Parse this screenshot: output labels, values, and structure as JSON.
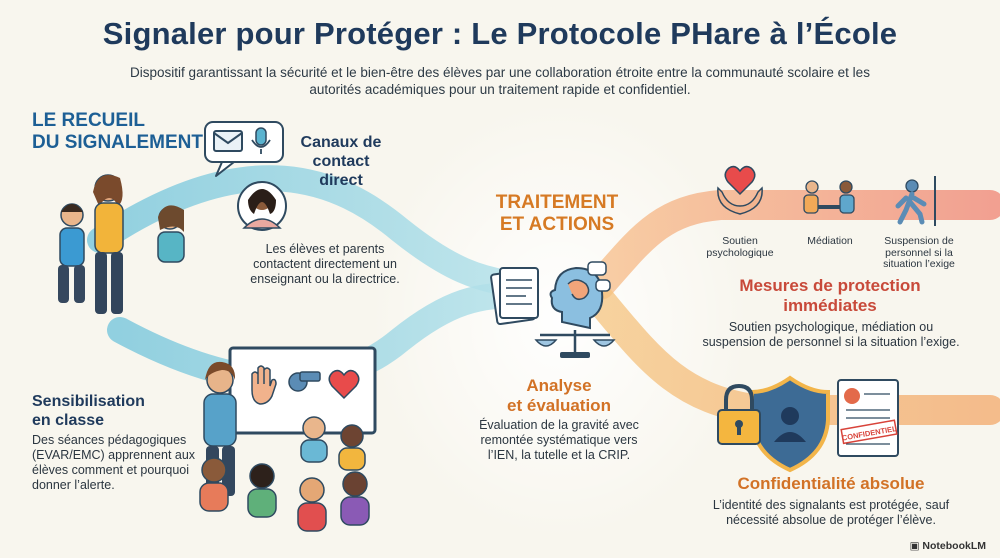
{
  "header": {
    "title": "Signaler pour Protéger : Le Protocole PHare à l’École",
    "subtitle": "Dispositif garantissant la sécurité et le bien-être des élèves par une collaboration étroite entre la communauté scolaire et les autorités académiques pour un traitement rapide et confidentiel."
  },
  "recueil": {
    "heading_line1": "LE RECUEIL",
    "heading_line2": "DU SIGNALEMENT",
    "canaux_line1": "Canaux de",
    "canaux_line2": "contact",
    "canaux_line3": "direct",
    "canaux_text": "Les élèves et parents contactent directement un enseignant ou la directrice.",
    "sensib_line1": "Sensibilisation",
    "sensib_line2": "en classe",
    "sensib_text": "Des séances pédagogiques (EVAR/EMC) apprennent aux élèves comment et pourquoi donner l’alerte."
  },
  "traitement": {
    "heading_line1": "TRAITEMENT",
    "heading_line2": "ET ACTIONS",
    "analyse_line1": "Analyse",
    "analyse_line2": "et évaluation",
    "analyse_text": "Évaluation de la gravité avec remontée systématique vers l’IEN, la tutelle et la CRIP."
  },
  "mesures": {
    "icon_labels": [
      "Soutien psychologique",
      "Médiation",
      "Suspension de personnel si la situation l’exige"
    ],
    "heading_line1": "Mesures de protection",
    "heading_line2": "immédiates",
    "text": "Soutien psychologique, médiation ou suspension de personnel si la situation l’exige."
  },
  "confidentialite": {
    "stamp": "CONFIDENTIEL",
    "heading": "Confidentialité absolue",
    "text": "L’identité des signalants est protégée, sauf nécessité absolue de protéger l’élève."
  },
  "footer": {
    "brand": "NotebookLM"
  },
  "colors": {
    "title_blue": "#1f3a5c",
    "section_blue": "#1d5f95",
    "section_orange": "#d67a24",
    "heading_red": "#c84a3a",
    "flow_teal": "#8fd0e0",
    "flow_orange": "#f5b27a",
    "flow_red": "#ef8a78"
  },
  "icons": [
    "envelope-icon",
    "microphone-icon",
    "hand-icon",
    "whistle-icon",
    "heart-icon",
    "hands-heart-icon",
    "mediation-icon",
    "person-walking-icon",
    "document-stack-icon",
    "head-thinking-icon",
    "balance-scale-icon",
    "padlock-icon",
    "shield-user-icon",
    "confidential-document-icon"
  ]
}
